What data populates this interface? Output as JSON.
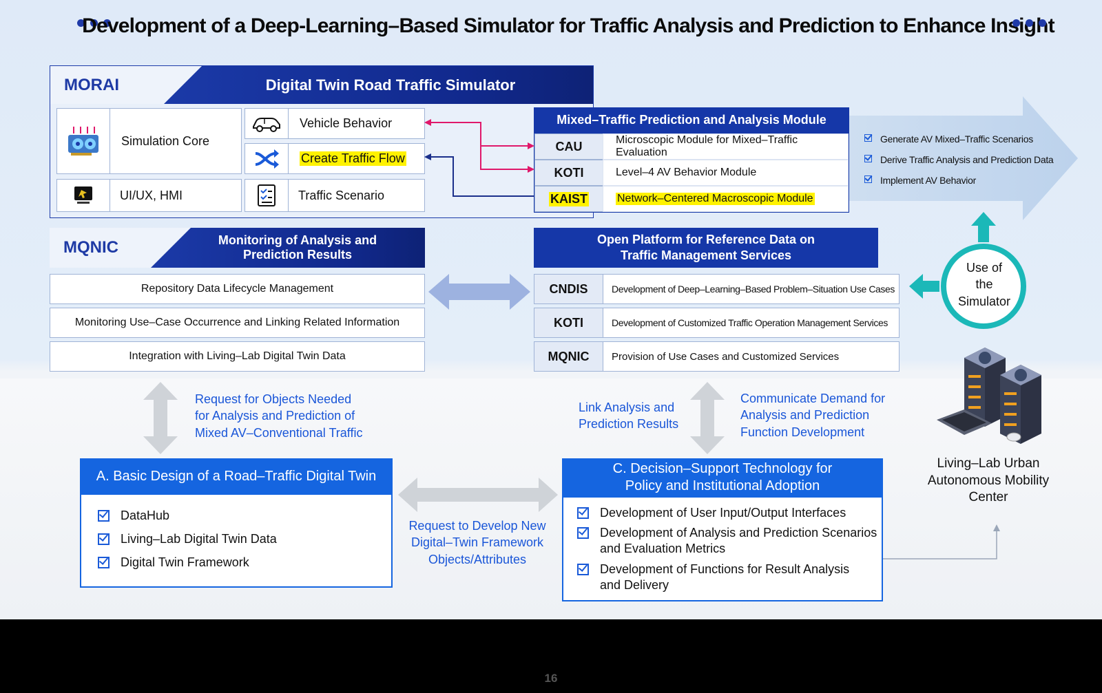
{
  "title": "Development of a Deep-Learning–Based Simulator for Traffic Analysis and Prediction to Enhance Insight",
  "morai": {
    "org": "MORAI",
    "title": "Digital Twin Road Traffic Simulator",
    "items": {
      "simulation_core": "Simulation Core",
      "ui_hmi": "UI/UX, HMI",
      "vehicle_behavior": "Vehicle Behavior",
      "create_traffic_flow": "Create Traffic Flow",
      "traffic_scenario": "Traffic Scenario"
    }
  },
  "mixed_module": {
    "title": "Mixed–Traffic Prediction and Analysis Module",
    "rows": [
      {
        "code": "CAU",
        "text": "Microscopic Module for Mixed–Traffic Evaluation"
      },
      {
        "code": "KOTI",
        "text": "Level–4 AV Behavior Module"
      },
      {
        "code": "KAIST",
        "text": "Network–Centered Macroscopic Module"
      }
    ]
  },
  "outputs": [
    "Generate AV Mixed–Traffic Scenarios",
    "Derive Traffic Analysis and Prediction Data",
    "Implement AV Behavior"
  ],
  "mqnic": {
    "org": "MQNIC",
    "title_line1": "Monitoring of Analysis and",
    "title_line2": "Prediction Results",
    "items": [
      "Repository Data Lifecycle Management",
      "Monitoring Use–Case Occurrence and Linking Related Information",
      "Integration with Living–Lab Digital Twin Data"
    ]
  },
  "open_platform": {
    "title_line1": "Open Platform for Reference Data on",
    "title_line2": "Traffic Management Services",
    "rows": [
      {
        "code": "CNDIS",
        "text": "Development of Deep–Learning–Based Problem–Situation Use Cases"
      },
      {
        "code": "KOTI",
        "text": "Development of Customized Traffic Operation Management Services"
      },
      {
        "code": "MQNIC",
        "text": "Provision of Use Cases and Customized Services"
      }
    ]
  },
  "use_simulator": {
    "line1": "Use of",
    "line2": "the",
    "line3": "Simulator"
  },
  "living_lab": {
    "line1": "Living–Lab Urban",
    "line2": "Autonomous Mobility",
    "line3": "Center"
  },
  "flows": {
    "request_objects": [
      "Request for Objects Needed",
      "for Analysis and Prediction of",
      "Mixed AV–Conventional Traffic"
    ],
    "link_results": [
      "Link Analysis and",
      "Prediction Results"
    ],
    "communicate_demand": [
      "Communicate Demand for",
      "Analysis and Prediction",
      "Function Development"
    ],
    "request_develop": [
      "Request to Develop New",
      "Digital–Twin Framework",
      "Objects/Attributes"
    ]
  },
  "box_a": {
    "title": "A. Basic Design of a Road–Traffic Digital Twin",
    "items": [
      "DataHub",
      "Living–Lab Digital Twin Data",
      "Digital Twin Framework"
    ]
  },
  "box_c": {
    "title_line1": "C. Decision–Support Technology for",
    "title_line2": "Policy and Institutional Adoption",
    "items": [
      [
        "Development of User Input/Output Interfaces"
      ],
      [
        "Development of Analysis and Prediction Scenarios",
        "and Evaluation Metrics"
      ],
      [
        "Development of Functions for Result Analysis",
        "and Delivery"
      ]
    ]
  },
  "page_number": "16",
  "colors": {
    "navy": "#1537a8",
    "blue": "#1565e0",
    "highlight": "#fff200",
    "teal": "#1bb8b8",
    "magenta": "#e0186a"
  }
}
